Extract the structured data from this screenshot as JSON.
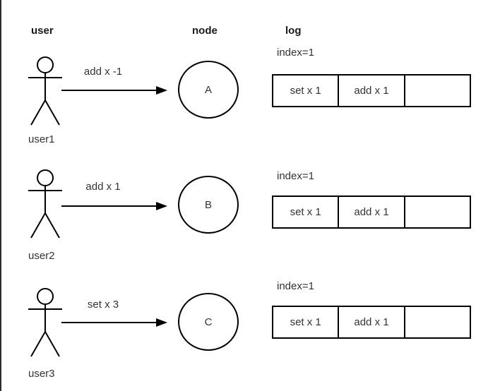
{
  "headers": {
    "user": "user",
    "node": "node",
    "log": "log"
  },
  "rows": [
    {
      "user": "user1",
      "message": "add x -1",
      "node": "A",
      "log": {
        "index_label": "index=1",
        "cells": [
          "set x 1",
          "add x 1",
          ""
        ]
      }
    },
    {
      "user": "user2",
      "message": "add x 1",
      "node": "B",
      "log": {
        "index_label": "index=1",
        "cells": [
          "set x 1",
          "add x 1",
          ""
        ]
      }
    },
    {
      "user": "user3",
      "message": "set x 3",
      "node": "C",
      "log": {
        "index_label": "index=1",
        "cells": [
          "set x 1",
          "add x 1",
          ""
        ]
      }
    }
  ],
  "colors": {
    "stroke": "#000000",
    "text": "#333333",
    "header_text": "#1a1a1a",
    "background": "#ffffff",
    "canvas_edge_line": "#2d2d2d"
  }
}
